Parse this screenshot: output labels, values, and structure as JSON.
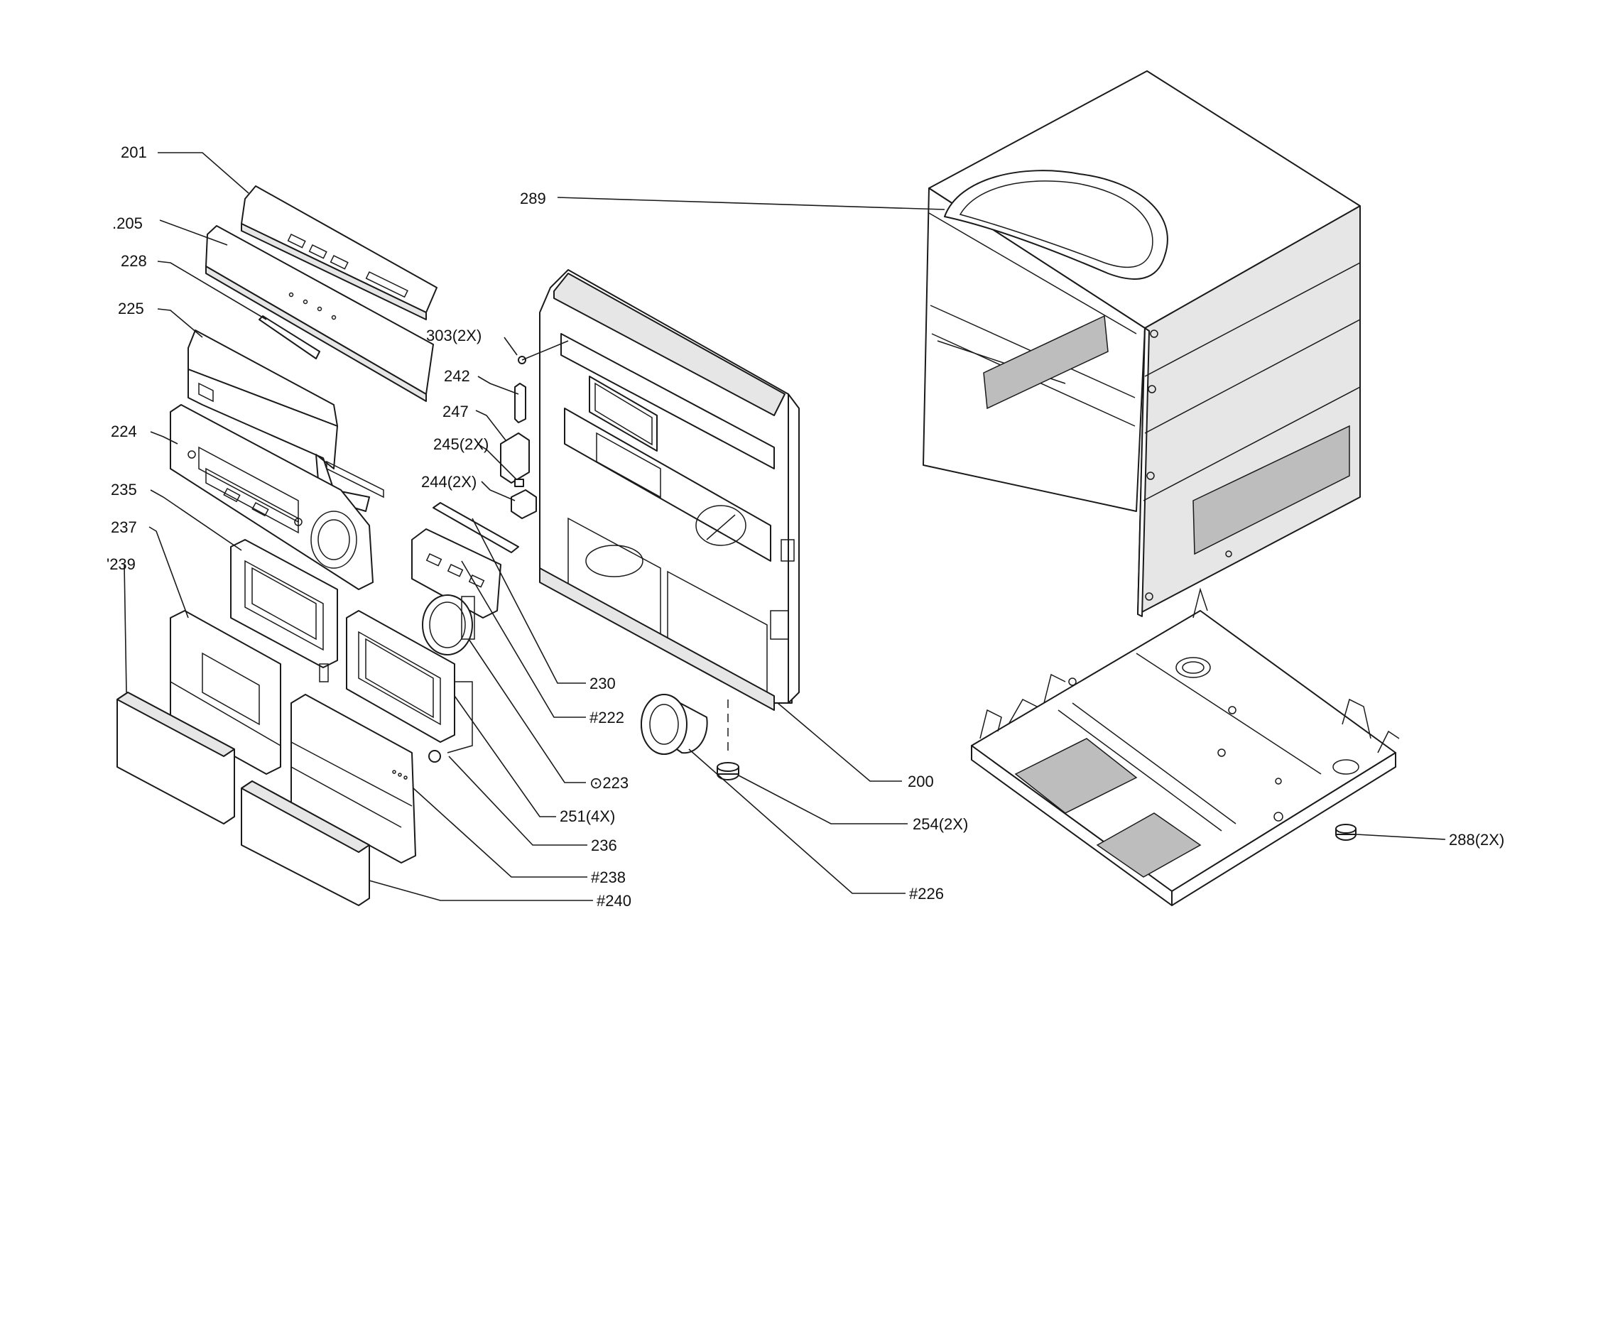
{
  "diagram": {
    "labels": {
      "p201": "201",
      "p205": ".205",
      "p228": "228",
      "p225": "225",
      "p224": "224",
      "p235": "235",
      "p237": "237",
      "p239": "'239",
      "p303": "303(2X)",
      "p242": "242",
      "p247": "247",
      "p245": "245(2X)",
      "p244": "244(2X)",
      "p289": "289",
      "p230": "230",
      "p222": "#222",
      "p223": "⊙223",
      "p251": "251(4X)",
      "p236": "236",
      "p238": "#238",
      "p240": "#240",
      "p200": "200",
      "p254": "254(2X)",
      "p226": "#226",
      "p288": "288(2X)"
    }
  }
}
